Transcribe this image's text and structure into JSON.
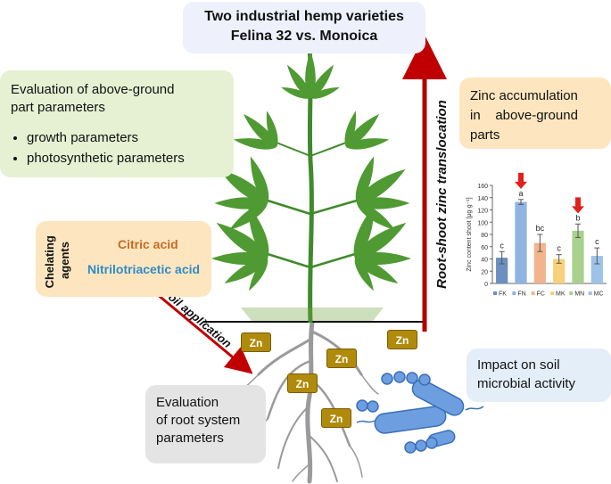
{
  "title": {
    "line1": "Two industrial hemp varieties",
    "line2": "Felina 32 vs. Monoica"
  },
  "above_ground": {
    "heading_line1": "Evaluation of above-ground",
    "heading_line2": "part parameters",
    "bullets": [
      "growth parameters",
      "photosynthetic parameters"
    ]
  },
  "chelating": {
    "label": "Chelating agents",
    "citric": "Citric acid",
    "nitrilotriacetic": "Nitrilotriacetic  acid"
  },
  "zinc_accumulation": {
    "line1": "Zinc accumulation",
    "line2": "in    above-ground",
    "line3": "parts"
  },
  "translocation_label": "Root-shoot zinc translocation",
  "soil_application_label": "Soil application",
  "zn_label": "Zn",
  "root_eval": {
    "line1": "Evaluation",
    "line2": "of root system",
    "line3": "parameters"
  },
  "soil_microbial": {
    "line1": "Impact on soil",
    "line2": "microbial activity"
  },
  "colors": {
    "highlight_arrow": "#e3201b",
    "red_arrow": "#b00000",
    "zn_box": "#b08a0a"
  },
  "chart_data": {
    "type": "bar",
    "categories": [
      "FK",
      "FN",
      "FC",
      "MK",
      "MN",
      "MC"
    ],
    "values": [
      42,
      133,
      66,
      40,
      86,
      45
    ],
    "errors": [
      10,
      4,
      14,
      7,
      11,
      13
    ],
    "letters": [
      "c",
      "a",
      "bc",
      "c",
      "b",
      "c"
    ],
    "colors": [
      "#6c8fbf",
      "#8fb4e3",
      "#f2b48c",
      "#f7d27c",
      "#a9d18e",
      "#9dc3e6"
    ],
    "highlighted": [
      "FN",
      "MN"
    ],
    "ylabel": "Zinc content shoot [μg·g⁻¹]",
    "ylim": [
      0,
      160
    ],
    "yticks": [
      0,
      20,
      40,
      60,
      80,
      100,
      120,
      140,
      160
    ]
  }
}
